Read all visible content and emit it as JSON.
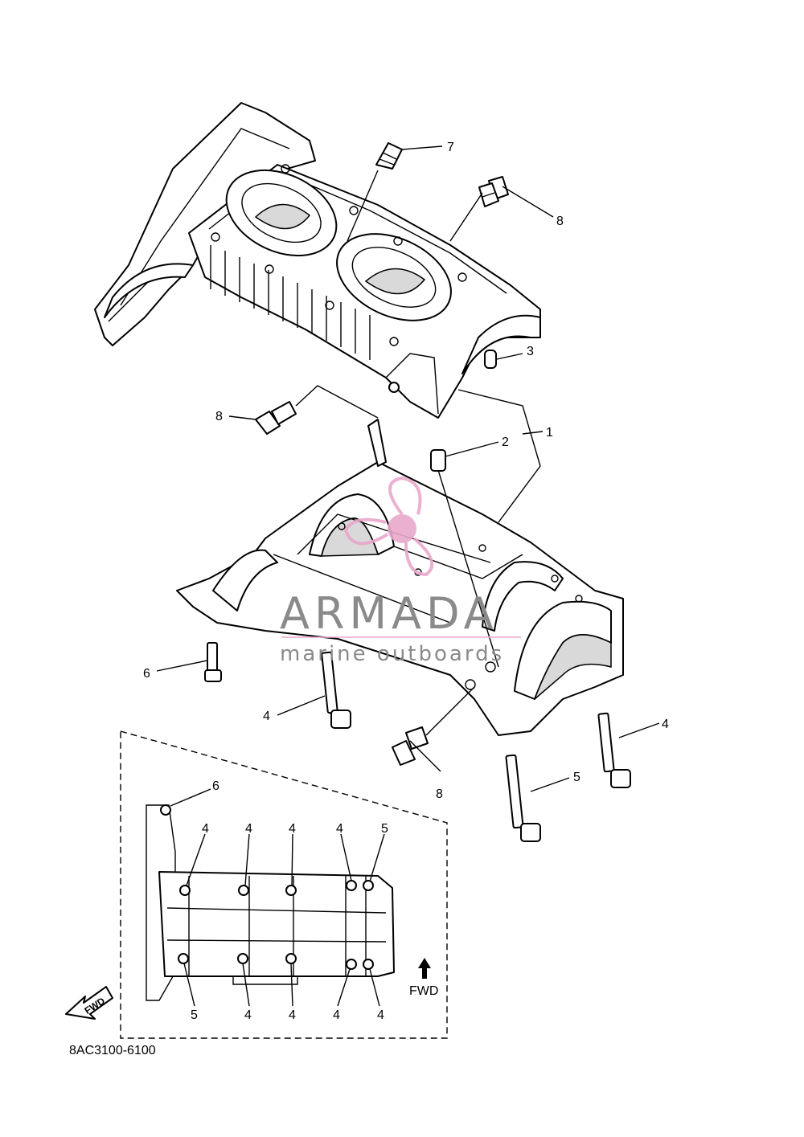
{
  "diagram_code": "8AC3100-6100",
  "watermark": {
    "brand": "ARMADA",
    "tagline": "marine outboards",
    "logo_icon": "propeller-icon",
    "logo_color": "#e9a8cc",
    "text_color": "#8a8a8a"
  },
  "callouts": {
    "c1": "1",
    "c2": "2",
    "c3": "3",
    "c4a": "4",
    "c4b": "4",
    "c5": "5",
    "c6": "6",
    "c7": "7",
    "c8a": "8",
    "c8b": "8",
    "c8c": "8"
  },
  "inset": {
    "fwd_label": "FWD",
    "fwd_arrow_label": "FWD",
    "top_labels": [
      "6",
      "4",
      "4",
      "4",
      "4",
      "5"
    ],
    "bottom_labels": [
      "5",
      "4",
      "4",
      "4",
      "4"
    ]
  }
}
